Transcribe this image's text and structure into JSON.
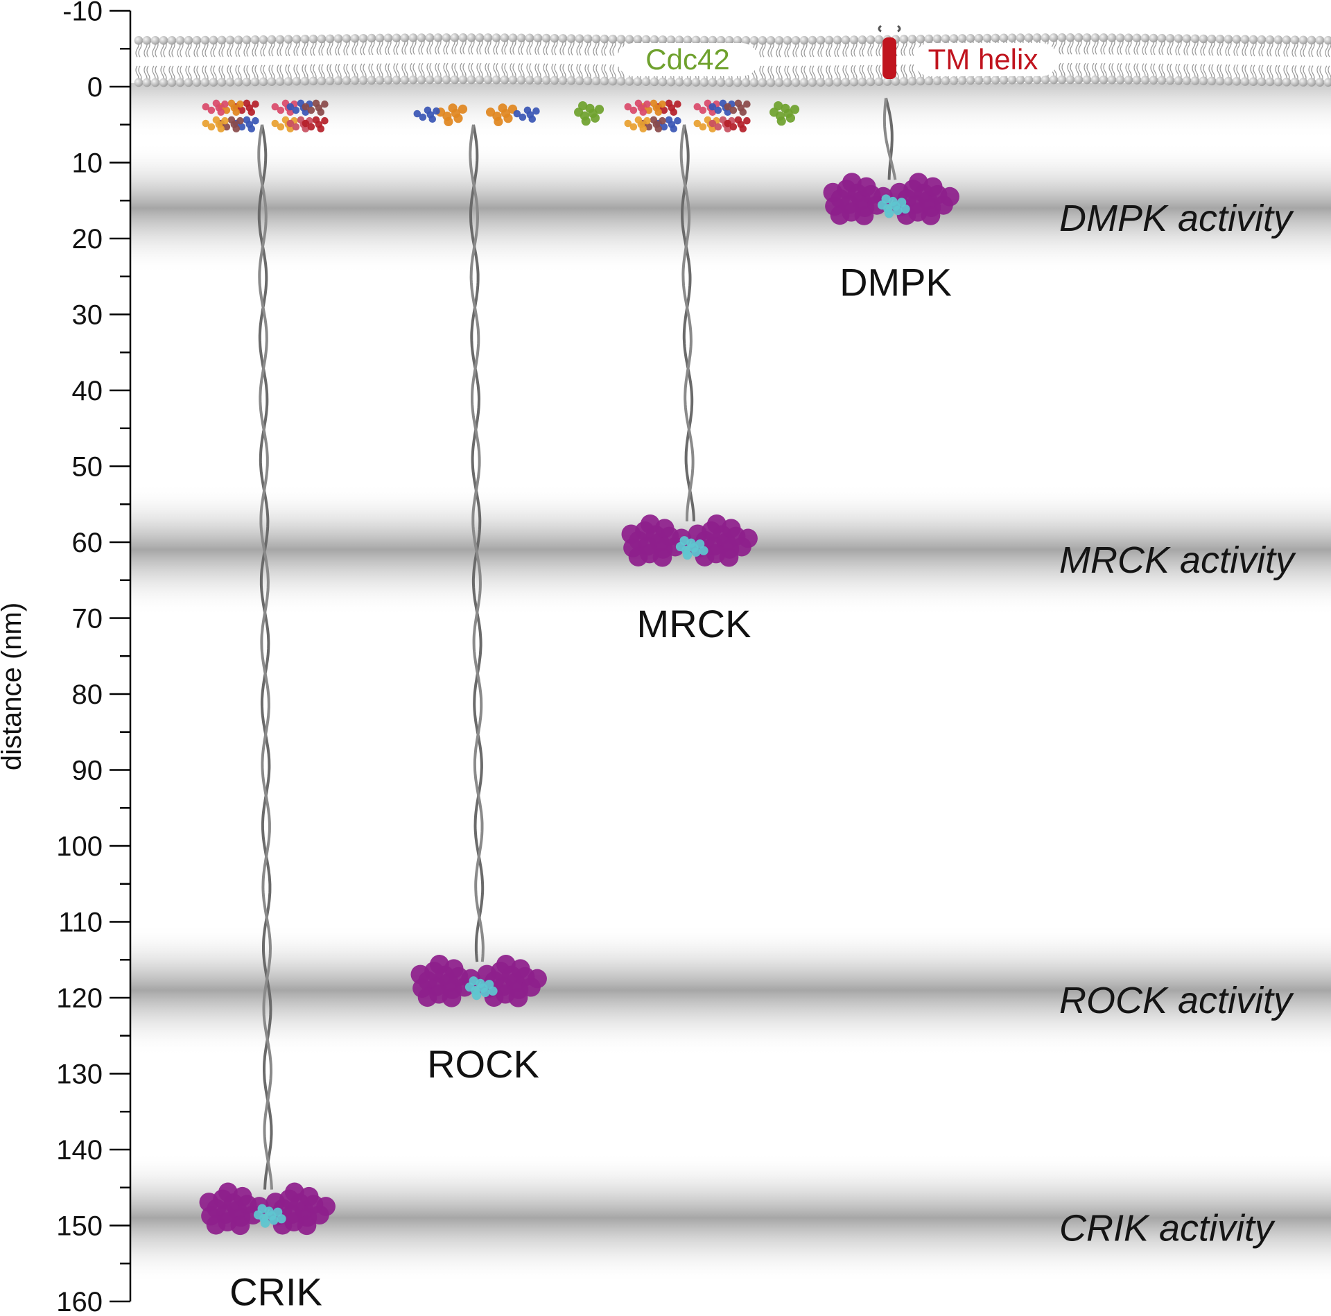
{
  "axis": {
    "label": "distance (nm)",
    "ticks": [
      -10,
      0,
      10,
      20,
      30,
      40,
      50,
      60,
      70,
      80,
      90,
      100,
      110,
      120,
      130,
      140,
      150,
      160
    ],
    "min": -10,
    "max": 160
  },
  "membrane_labels": {
    "cdc42": "Cdc42",
    "tm_helix": "TM helix"
  },
  "kinases": [
    {
      "name": "CRIK",
      "kinase_domain_distance_nm": 148
    },
    {
      "name": "ROCK",
      "kinase_domain_distance_nm": 118
    },
    {
      "name": "MRCK",
      "kinase_domain_distance_nm": 60
    },
    {
      "name": "DMPK",
      "kinase_domain_distance_nm": 15
    }
  ],
  "activity_bands": [
    {
      "label": "DMPK activity",
      "distance_nm": 16
    },
    {
      "label": "MRCK activity",
      "distance_nm": 61
    },
    {
      "label": "ROCK activity",
      "distance_nm": 119
    },
    {
      "label": "CRIK activity",
      "distance_nm": 149
    }
  ],
  "colors": {
    "kinase_domain": "#8e1f8c",
    "kinase_core": "#5ec6d0",
    "cdc42": "#6fa12e",
    "tm_helix": "#c0141e",
    "coiled_coil": "#6a6a6a",
    "lipid_head": "#c8c8c8"
  }
}
